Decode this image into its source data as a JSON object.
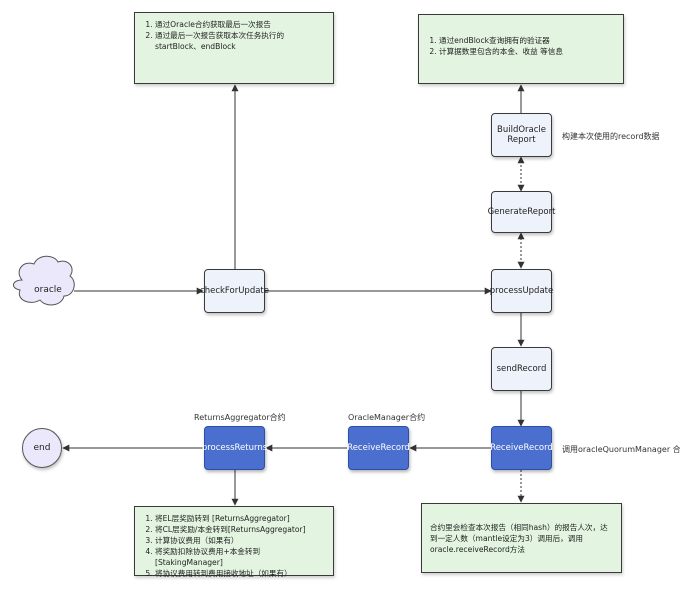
{
  "nodes": {
    "oracle": "oracle",
    "check_for_update": "checkForUpdate",
    "process_update": "processUpdate",
    "generate_report": "GenerateReport",
    "build_oracle_report": "BuildOracleReport",
    "send_record": "sendRecord",
    "receive_record_quorum": "ReceiveRecord",
    "receive_record_manager": "ReceiveRecord",
    "process_returns": "processReturns",
    "end": "end"
  },
  "labels": {
    "build_report_note": "构建本次使用的record数据",
    "quorum_call": "调用oracleQuorumManager 合约",
    "oracle_manager_contract": "OracleManager合约",
    "returns_aggregator_contract": "ReturnsAggregator合约"
  },
  "notes": {
    "check_for_update": [
      "通过Oracle合约获取最后一次报告",
      "通过最后一次报告获取本次任务执行的startBlock、endBlock"
    ],
    "build_report": [
      "通过endBlock查询拥有的验证器",
      "计算据数里包含的本金、收益 等信息"
    ],
    "process_returns": [
      "将EL层奖励转到 [ReturnsAggregator]",
      "将CL层奖励/本金转到[ReturnsAggregator]",
      "计算协议费用（如果有）",
      "将奖励扣除协议费用+本金转到[StakingManager]",
      "将协议费用转到费用接收地址（如果有）"
    ],
    "quorum": "合约里会检查本次报告（相同hash）的报告人次，达到一定人数（mantle设定为3）调用后，调用oracle.receiveRecord方法"
  }
}
